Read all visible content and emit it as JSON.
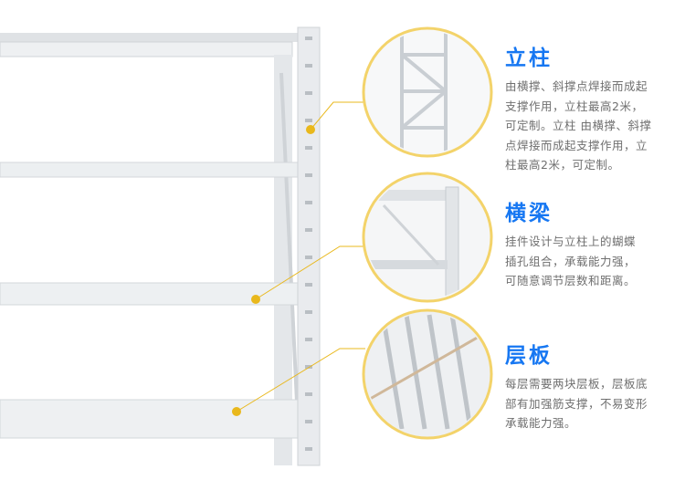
{
  "features": [
    {
      "title": "立柱",
      "lines": [
        "由横撑、斜撑点焊接而成起",
        "支撑作用，立柱最高2米，",
        "可定制。立柱 由横撑、斜撑",
        "点焊接而成起支撑作用，立",
        "柱最高2米，可定制。"
      ]
    },
    {
      "title": "横梁",
      "lines": [
        "挂件设计与立柱上的蝴蝶",
        "插孔组合，承载能力强，",
        "可随意调节层数和距离。"
      ]
    },
    {
      "title": "层板",
      "lines": [
        "每层需要两块层板，层板底",
        "部有加强筋支撑，不易变形",
        "承载能力强。"
      ]
    }
  ],
  "colors": {
    "accent": "#1677f2",
    "callout": "#e9b81c",
    "text": "#6f6f6f",
    "metal": "#e8eaec"
  }
}
